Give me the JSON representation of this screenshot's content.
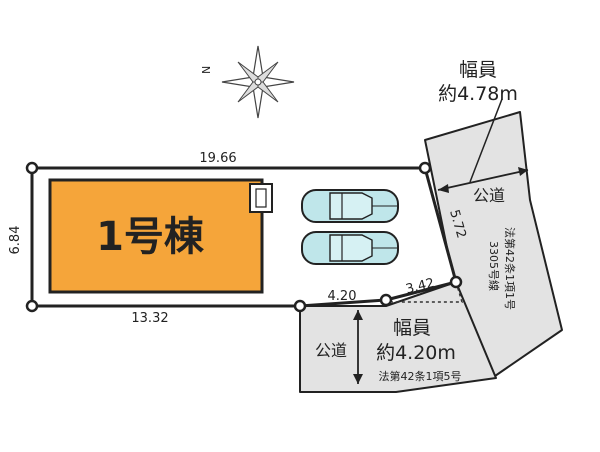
{
  "compass": {
    "north_label": "N",
    "icon": "compass-rose-icon"
  },
  "lot": {
    "dimensions": {
      "top": "19.66",
      "left": "6.84",
      "bottom_left": "13.32",
      "bottom_middle": "4.20",
      "diagonal_short": "3.42",
      "right": "5.72"
    }
  },
  "building": {
    "label": "1号棟",
    "color": "#f5a53a"
  },
  "parking": {
    "car_count": 2,
    "car_color": "#bfe6ea",
    "icon": "car-icon"
  },
  "road_east": {
    "width_title": "幅員",
    "width_value": "約4.78m",
    "type_label": "公道",
    "legal_lines": [
      "法第42条1項1号",
      "3305号線"
    ]
  },
  "road_south": {
    "type_label": "公道",
    "width_title": "幅員",
    "width_value": "約4.20m",
    "legal": "法第42条1項5号"
  },
  "colors": {
    "road_fill": "#e3e3e3",
    "line": "#222222"
  }
}
